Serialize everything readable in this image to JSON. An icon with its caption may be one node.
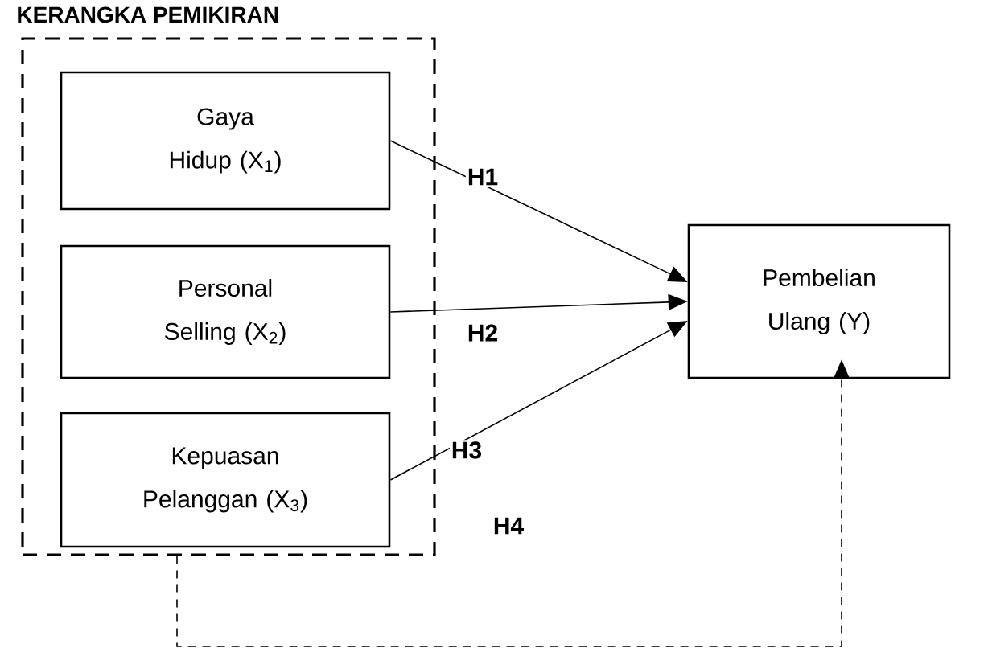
{
  "diagram": {
    "title": "KERANGKA PEMIKIRAN",
    "nodes": [
      {
        "text": [],
        "shape": "box"
      },
      {
        "text": [
          "Gaya Hidup (X$_{1}$)"
        ],
        "in": 0
      },
      {
        "text": [
          "Personal Selling (X$_{2}$)"
        ],
        "in": 0
      },
      {
        "text": [
          "Kepuasan Pelanggan (X$_{3}$)"
        ],
        "in": 0
      },
      {
        "text": [
          "Pembelian Ulang (Y)"
        ]
      }
    ],
    "edges": [
      {
        "from": 1,
        "to": 4,
        "arrow": "to",
        "label": "H1"
      },
      {
        "from": 2,
        "to": 4,
        "arrow": "to",
        "label": "H2"
      },
      {
        "from": 3,
        "to": 4,
        "arrow": "to",
        "label": "H3"
      },
      {
        "from": 0,
        "to": 4,
        "arrow": "to",
        "label": "H4",
        "style": "dashed"
      }
    ]
  }
}
